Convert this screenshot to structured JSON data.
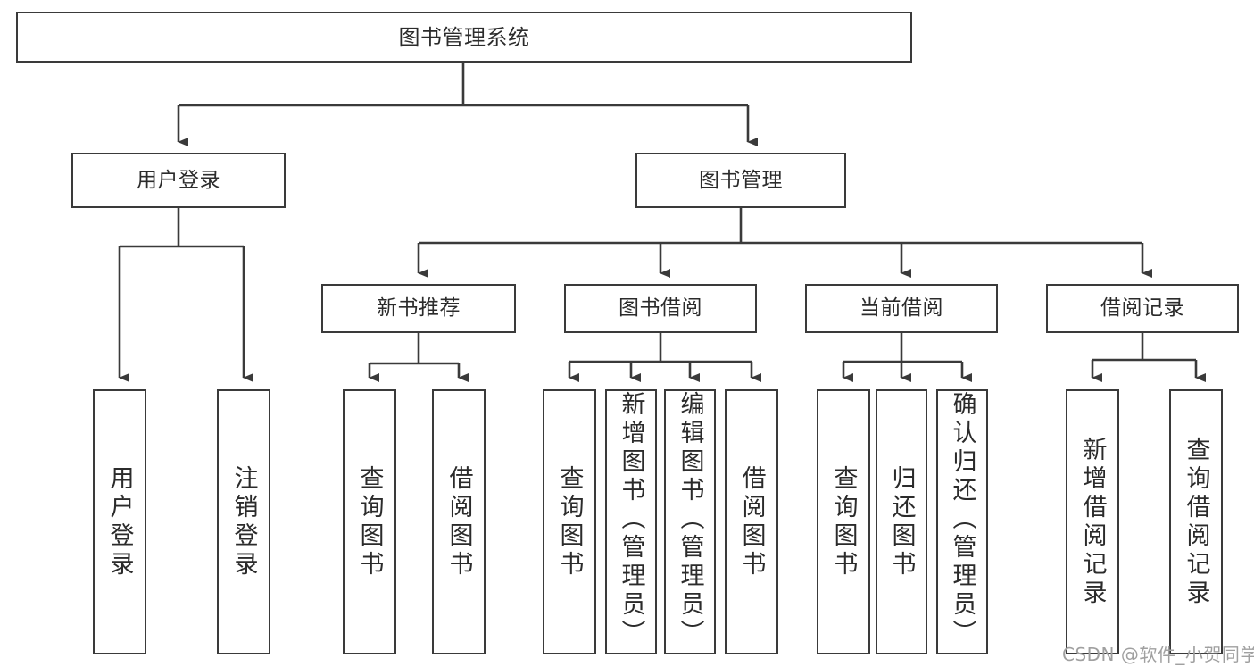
{
  "diagram": {
    "title": "图书管理系统",
    "type": "hierarchy-tree",
    "theme": {
      "box_border": "#3a3a3a",
      "box_fill": "#ffffff",
      "text": "#2b2b2b",
      "connector": "#3a3a3a",
      "background": "#ffffff",
      "watermark": "#a0a0a0"
    },
    "levels": {
      "root": {
        "label": "图书管理系统"
      },
      "level2": [
        {
          "label": "用户登录"
        },
        {
          "label": "图书管理"
        }
      ],
      "level3": [
        {
          "label": "新书推荐"
        },
        {
          "label": "图书借阅"
        },
        {
          "label": "当前借阅"
        },
        {
          "label": "借阅记录"
        }
      ],
      "leaves": {
        "user_login": [
          {
            "label": "用户登录"
          },
          {
            "label": "注销登录"
          }
        ],
        "new_book_recommend": [
          {
            "label": "查询图书"
          },
          {
            "label": "借阅图书"
          }
        ],
        "book_borrow": [
          {
            "label": "查询图书"
          },
          {
            "label": "新增图书（管理员）"
          },
          {
            "label": "编辑图书（管理员）"
          },
          {
            "label": "借阅图书"
          }
        ],
        "current_borrow": [
          {
            "label": "查询图书"
          },
          {
            "label": "归还图书"
          },
          {
            "label": "确认归还（管理员）"
          }
        ],
        "borrow_record": [
          {
            "label": "新增借阅记录"
          },
          {
            "label": "查询借阅记录"
          }
        ]
      }
    },
    "watermark": "CSDN @软件_小贺同学"
  }
}
